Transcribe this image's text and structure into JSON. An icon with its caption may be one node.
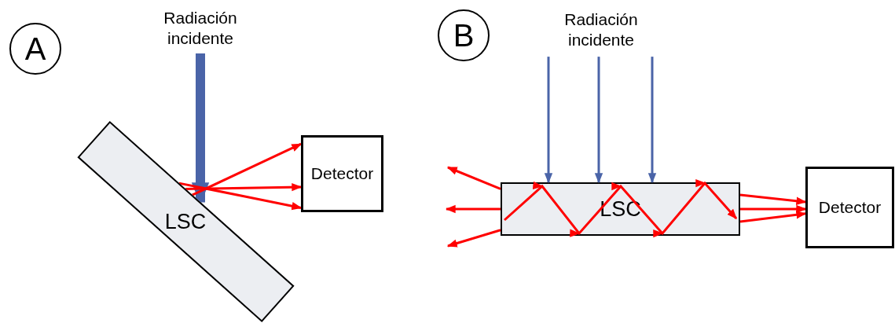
{
  "diagram": {
    "nodes": [
      {
        "text": [
          "A"
        ]
      },
      {
        "text": [
          "Radiación incidente"
        ]
      },
      {
        "text": [
          "LSC"
        ]
      },
      {
        "text": [
          "Detector"
        ]
      },
      {
        "text": [
          "B"
        ]
      },
      {
        "text": [
          "Radiación incidente"
        ]
      },
      {
        "text": [
          "LSC"
        ]
      },
      {
        "text": [
          "Detector"
        ]
      }
    ],
    "edges": [
      {
        "from": 1,
        "to": 2,
        "arrow": "to",
        "style": "thick",
        "color": "#4a64a8"
      },
      {
        "from": 2,
        "to": 3,
        "arrow": "to"
      },
      {
        "from": 2,
        "to": 3,
        "arrow": "to"
      },
      {
        "from": 2,
        "to": 3,
        "arrow": "to"
      },
      {
        "from": 5,
        "to": 6,
        "arrow": "to",
        "color": "#4a64a8"
      },
      {
        "from": 5,
        "to": 6,
        "arrow": "to",
        "color": "#4a64a8"
      },
      {
        "from": 5,
        "to": 6,
        "arrow": "to",
        "color": "#4a64a8"
      },
      {
        "from": 6,
        "to": null,
        "arrow": "to"
      },
      {
        "from": 6,
        "to": null,
        "arrow": "to"
      },
      {
        "from": 6,
        "to": null,
        "arrow": "to"
      },
      {
        "from": 6,
        "to": 7,
        "arrow": "to"
      },
      {
        "from": 6,
        "to": 7,
        "arrow": "to"
      },
      {
        "from": 6,
        "to": 7,
        "arrow": "to"
      }
    ]
  }
}
